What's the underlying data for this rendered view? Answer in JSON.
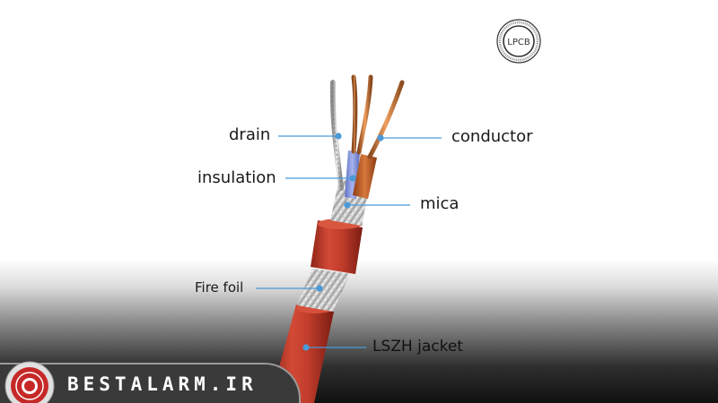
{
  "labels": {
    "drain": "drain",
    "conductor": "conductor",
    "insulation": "insulation",
    "mica": "mica",
    "fire_foil": "Fire foil",
    "lszh_jacket": "LSZH jacket"
  },
  "certification": {
    "mark": "LPCB",
    "icon": "lpcb-certification-seal"
  },
  "brand": {
    "name": "BESTALARM.IR",
    "logo_icon": "bestalarm-logo"
  },
  "colors": {
    "jacket_red": "#c8402f",
    "conductor_copper": "#c97a3a",
    "insulation_blue": "#7f8fd6",
    "insulation_orange": "#c4632c",
    "pointer_line": "#4a9ad8"
  }
}
